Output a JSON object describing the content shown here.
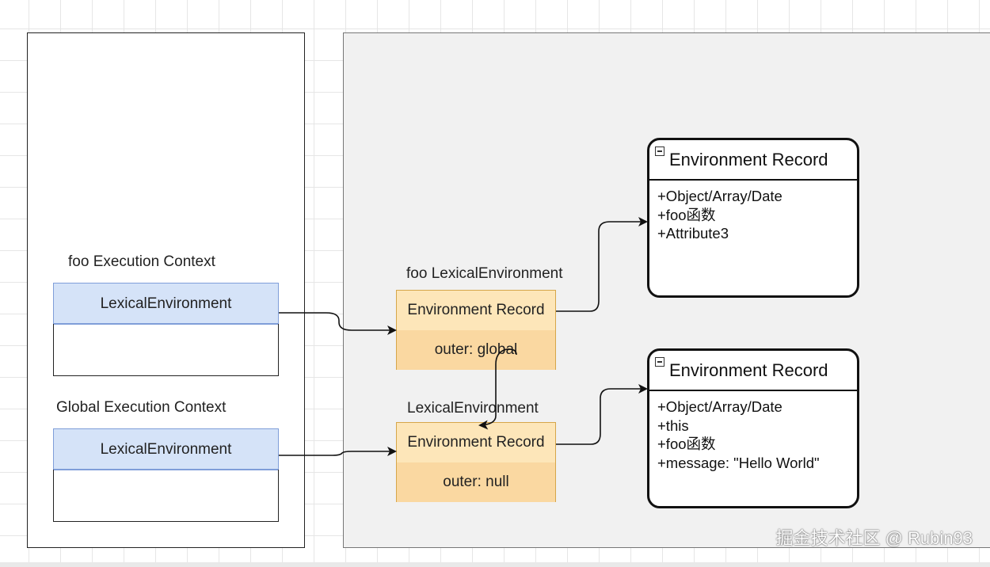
{
  "stack": {
    "contexts": [
      {
        "title": "foo Execution Context",
        "header": "LexicalEnvironment"
      },
      {
        "title": "Global Execution Context",
        "header": "LexicalEnvironment"
      }
    ]
  },
  "heap": {
    "lexical_environments": [
      {
        "title": "foo LexicalEnvironment",
        "record_label": "Environment Record",
        "outer_label": "outer: global"
      },
      {
        "title": "LexicalEnvironment",
        "record_label": "Environment Record",
        "outer_label": "outer: null"
      }
    ],
    "environment_records": [
      {
        "title": "Environment Record",
        "attributes": [
          "+Object/Array/Date",
          "+foo函数",
          "+Attribute3"
        ]
      },
      {
        "title": "Environment Record",
        "attributes": [
          "+Object/Array/Date",
          "+this",
          "+foo函数",
          "+message: \"Hello World\""
        ]
      }
    ]
  },
  "watermark": "掘金技术社区 @ Rubin93",
  "colors": {
    "context_header_fill": "#d5e3f8",
    "context_header_border": "#7f9ed9",
    "lexenv_fill": "#fbe2b7",
    "lexenv_border": "#d6a64a",
    "heap_background": "#f1f1f1",
    "arrow": "#111111"
  }
}
